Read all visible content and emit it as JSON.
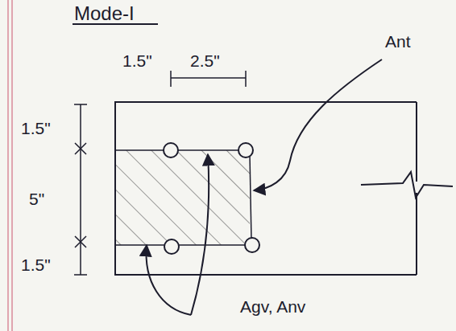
{
  "diagram": {
    "title": "Mode-I",
    "labels": [
      "1.5\"",
      "2.5\"",
      "1.5\"",
      "5\"",
      "1.5\"",
      "Ant",
      "Agv, Anv"
    ]
  }
}
